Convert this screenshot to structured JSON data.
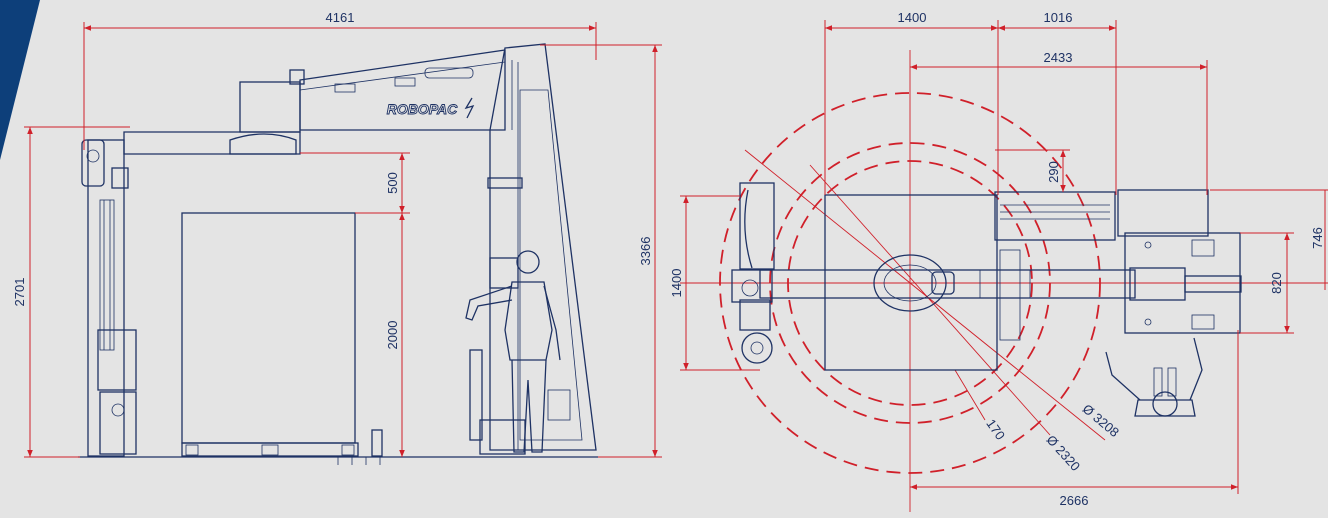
{
  "brand": {
    "logo_text": "ROBOPAC"
  },
  "colors": {
    "background": "#e4e4e4",
    "line": "#1e3264",
    "dimension": "#d0202a",
    "corner_accent": "#0d3f7a"
  },
  "side_view": {
    "dims": {
      "overall_width": "4161",
      "overall_height": "3366",
      "arm_height": "2701",
      "clearance": "500",
      "load_height": "2000"
    }
  },
  "top_view": {
    "dims": {
      "platform_length": "1400",
      "arm_offset": "1016",
      "arm_length": "2433",
      "depth": "2666",
      "platform_width": "1400",
      "carriage_width": "820",
      "side_width": "746",
      "top_offset": "290",
      "ring_gap": "170",
      "outer_diameter": "Ø 3208",
      "inner_diameter": "Ø 2320"
    }
  }
}
